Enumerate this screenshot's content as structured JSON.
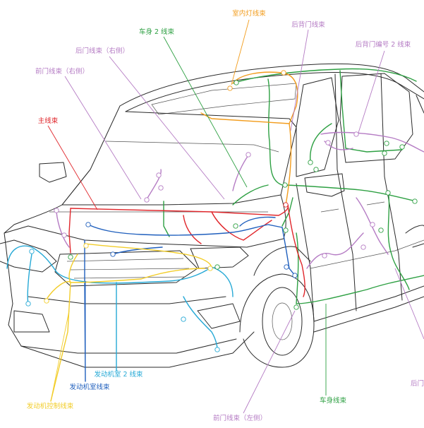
{
  "colors": {
    "main": "#e0262b",
    "body2": "#2ea043",
    "body": "#2ea043",
    "room_lamp": "#f29c1c",
    "door": "#b57cc4",
    "engine_room": "#1f5fbd",
    "engine_room2": "#26a9d6",
    "engine_control": "#f2cd2a"
  },
  "labels": {
    "room_lamp": "室内灯线束",
    "rear_hatch": "后背门线束",
    "body2": "车身 2 线束",
    "rear_door_right": "后门线束（右侧）",
    "rear_hatch_no2": "后背门编号 2 线束",
    "front_door_right": "前门线束（右侧）",
    "main": "主线束",
    "engine_room2": "发动机室 2 线束",
    "engine_room": "发动机室线束",
    "engine_control": "发动机控制线束",
    "body": "车身线束",
    "front_door_left": "前门线束（左侧）",
    "rear_door_cut": "后门"
  }
}
